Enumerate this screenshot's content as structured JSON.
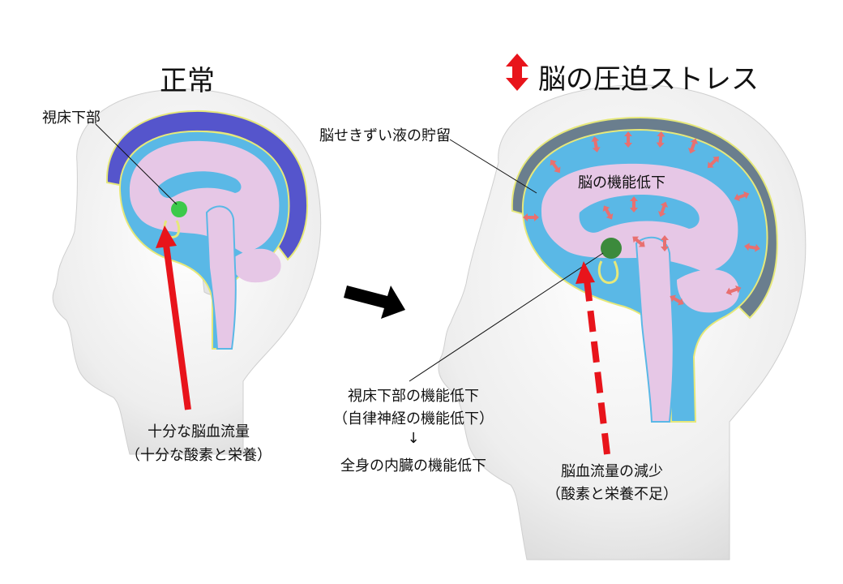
{
  "left": {
    "title": "正常",
    "hypothalamus_label": "視床下部",
    "bloodflow_line1": "十分な脳血流量",
    "bloodflow_line2": "（十分な酸素と栄養）"
  },
  "right": {
    "title": "脳の圧迫ストレス",
    "csf_label": "脳せきずい液の貯留",
    "brain_function_label": "脳の機能低下",
    "hypo_function_line1": "視床下部の機能低下",
    "hypo_function_line2": "（自律神経の機能低下）",
    "hypo_function_arrow": "↓",
    "hypo_function_line3": "全身の内臓の機能低下",
    "bloodflow_line1": "脳血流量の減少",
    "bloodflow_line2": "（酸素と栄養不足）"
  },
  "colors": {
    "normal_flow_arrow": "#e8141b",
    "reduced_flow_arrow": "#e8141b",
    "pressure_arrows": "#e87070",
    "csf": "#5ab8e6",
    "brain": "#e6c7e6",
    "hypothalamus_normal": "#3cc94a",
    "hypothalamus_reduced": "#3c8a3c",
    "outer_membrane": "#5555cc",
    "process_arrow": "#000000"
  }
}
